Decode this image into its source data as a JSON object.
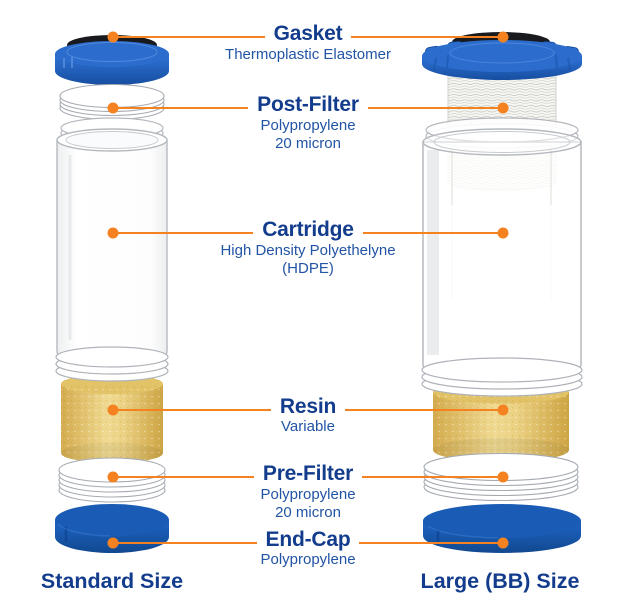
{
  "palette": {
    "orange": "#F58220",
    "heading_blue": "#133C8D",
    "sub_blue": "#2254A5",
    "cap_blue": "#2B6CCD",
    "endcap_blue": "#1A5BB5",
    "resin_yellow": "#E8CD7F",
    "gasket_black": "#191A1E"
  },
  "callouts": [
    {
      "id": "gasket",
      "title": "Gasket",
      "details": [
        "Thermoplastic Elastomer"
      ]
    },
    {
      "id": "post-filter",
      "title": "Post-Filter",
      "details": [
        "Polypropylene",
        "20 micron"
      ]
    },
    {
      "id": "cartridge",
      "title": "Cartridge",
      "details": [
        "High Density Polyethelyne",
        "(HDPE)"
      ]
    },
    {
      "id": "resin",
      "title": "Resin",
      "details": [
        "Variable"
      ]
    },
    {
      "id": "pre-filter",
      "title": "Pre-Filter",
      "details": [
        "Polypropylene",
        "20 micron"
      ]
    },
    {
      "id": "end-cap",
      "title": "End-Cap",
      "details": [
        "Polypropylene"
      ]
    }
  ],
  "footers": {
    "left": "Standard Size",
    "right": "Large (BB) Size"
  }
}
